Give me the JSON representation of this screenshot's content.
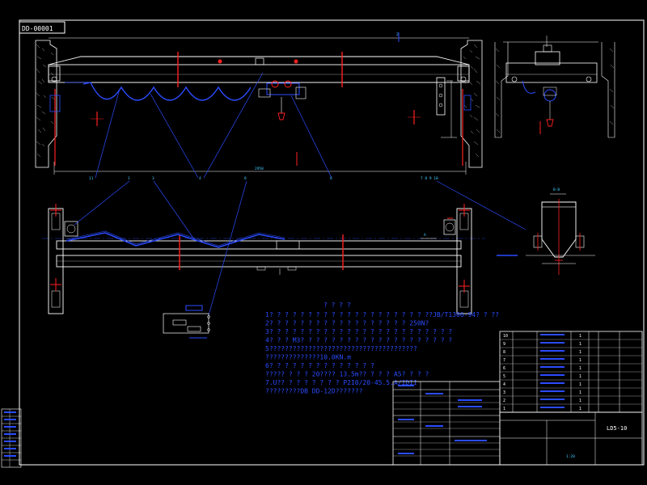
{
  "drawing_number": "DD-00001",
  "title_block": {
    "code": "LD5-10",
    "scale_note": "1:20"
  },
  "dimension_main": "2950",
  "dimension_top": "2",
  "part_labels": [
    "1",
    "2",
    "3",
    "4",
    "5",
    "6",
    "7",
    "8",
    "9",
    "10"
  ],
  "section_labels": {
    "a": "A",
    "b": "B-B"
  },
  "technical_notes": [
    "1? ? ? ? ? ? ? ? ? ? ? ? ? ? ? ? ? ? ? ?  ??JB/T1306-94? ? ??",
    "2? ? ? ? ? ? ? ? ? ? ? ? ? ? ? ? ? ? 250N?",
    "3? ? ? ? ? ? ? ? ? ? ? ? ? ? ? ? ? ? ? ? ? ? ? ?",
    "4? ? ? M3? ? ? ? ? ? ? ? ? ? ? ? ? ? ? ? ? ? ? ?",
    "5??????????????????????????????????????",
    "   ??????????????10.0KN.m",
    "6? ? ? ? ? ? ? ? ? ? ? ? ? ?",
    "   ????? ? ? ? 20???? 13.5m?? ? ? ? A5? ? ? ?",
    "   7.U?? ? ? ? ? ? ? ? P2I0/20-45.5.A/IDII",
    "   ?????????DB  DD-12D???????"
  ],
  "notes_heading": "? ? ? ?",
  "parts_table": {
    "rows": [
      [
        "10",
        "",
        "",
        "1",
        "",
        ""
      ],
      [
        "9",
        "",
        "",
        "1",
        "",
        ""
      ],
      [
        "8",
        "",
        "",
        "1",
        "",
        ""
      ],
      [
        "7",
        "",
        "",
        "1",
        "",
        ""
      ],
      [
        "6",
        "",
        "",
        "1",
        "",
        ""
      ],
      [
        "5",
        "",
        "",
        "1",
        "",
        ""
      ],
      [
        "4",
        "",
        "",
        "1",
        "",
        ""
      ],
      [
        "3",
        "",
        "",
        "1",
        "",
        ""
      ],
      [
        "2",
        "",
        "",
        "1",
        "",
        ""
      ],
      [
        "1",
        "",
        "",
        "1",
        "",
        ""
      ]
    ]
  },
  "colors": {
    "background": "#000000",
    "frame": "#ffffff",
    "blue": "#2b4cff",
    "red": "#ff2020",
    "cyan": "#40ccff",
    "hatch": "#ffffff"
  }
}
